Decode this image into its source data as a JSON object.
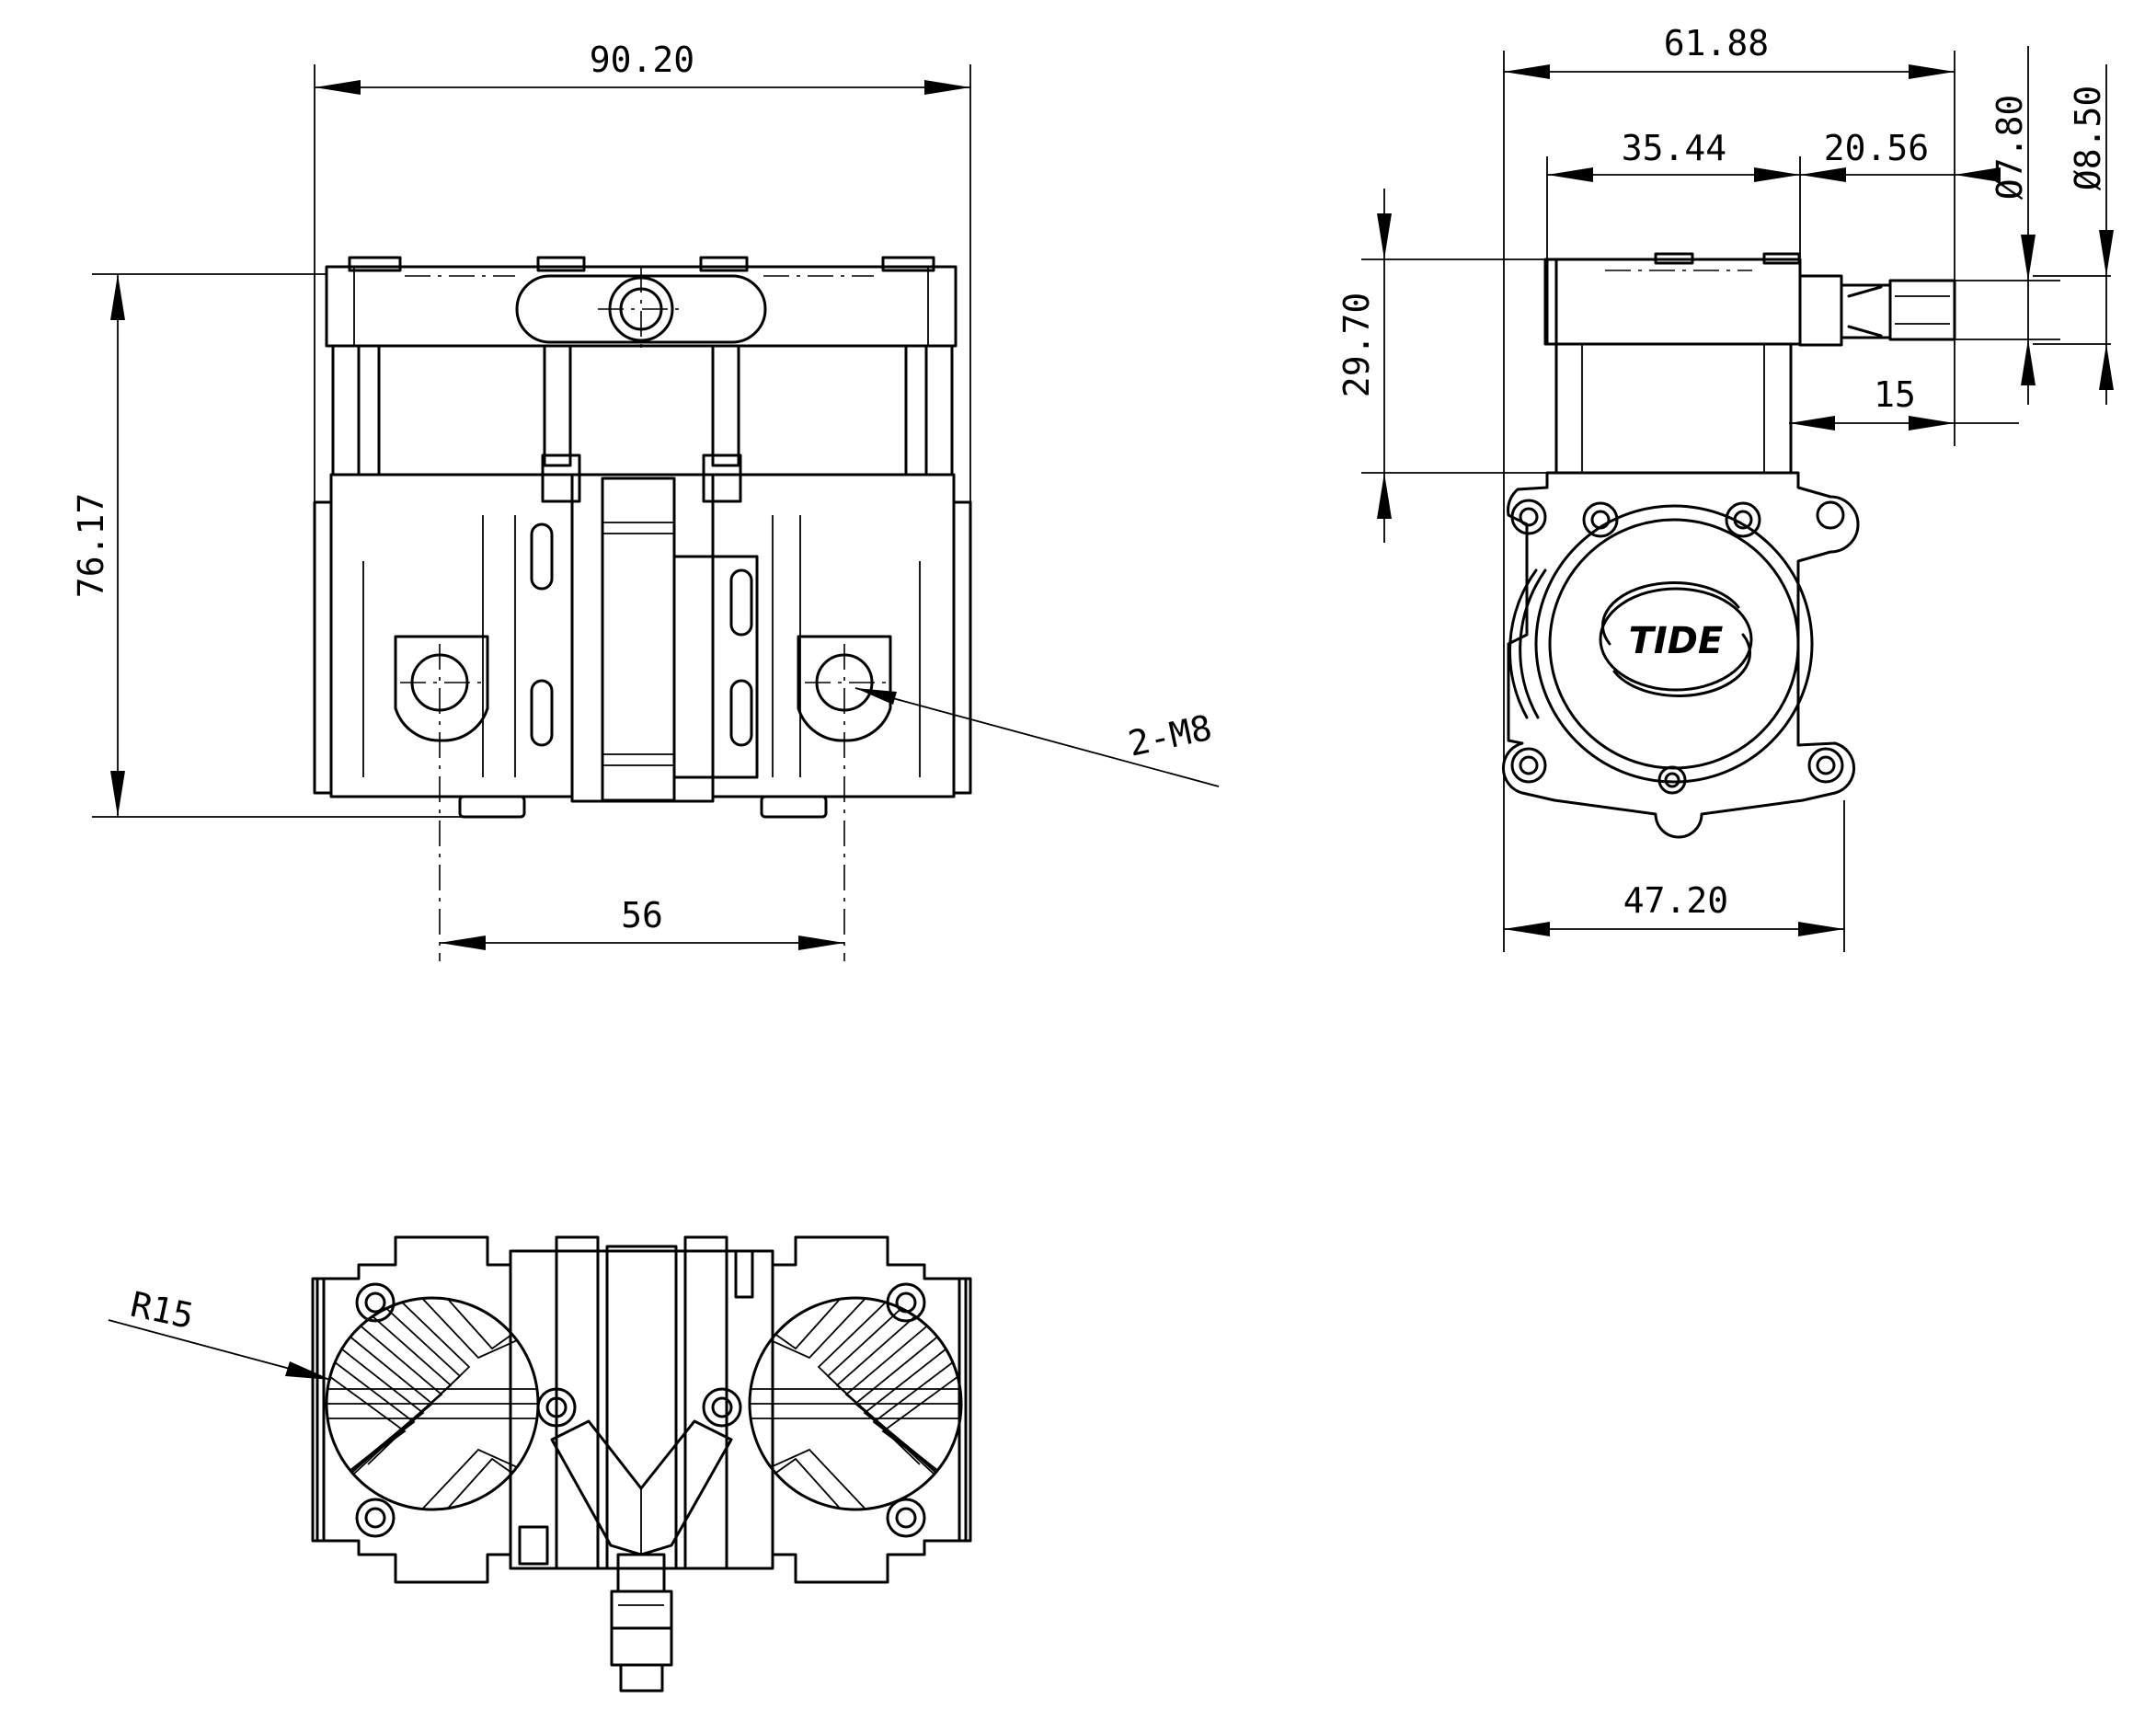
{
  "views": {
    "front": {
      "width_overall": "90.20",
      "height_overall": "76.17",
      "hole_spacing": "56",
      "hole_callout": "2-M8"
    },
    "side": {
      "length_overall": "61.88",
      "body_length": "35.44",
      "nozzle_length": "20.56",
      "nozzle_dia_small": "Ø7.80",
      "nozzle_dia_large": "Ø8.50",
      "head_height": "29.70",
      "nozzle_offset": "15",
      "base_width": "47.20",
      "logo_text": "TIDE"
    },
    "bottom": {
      "radius_callout": "R15"
    }
  }
}
